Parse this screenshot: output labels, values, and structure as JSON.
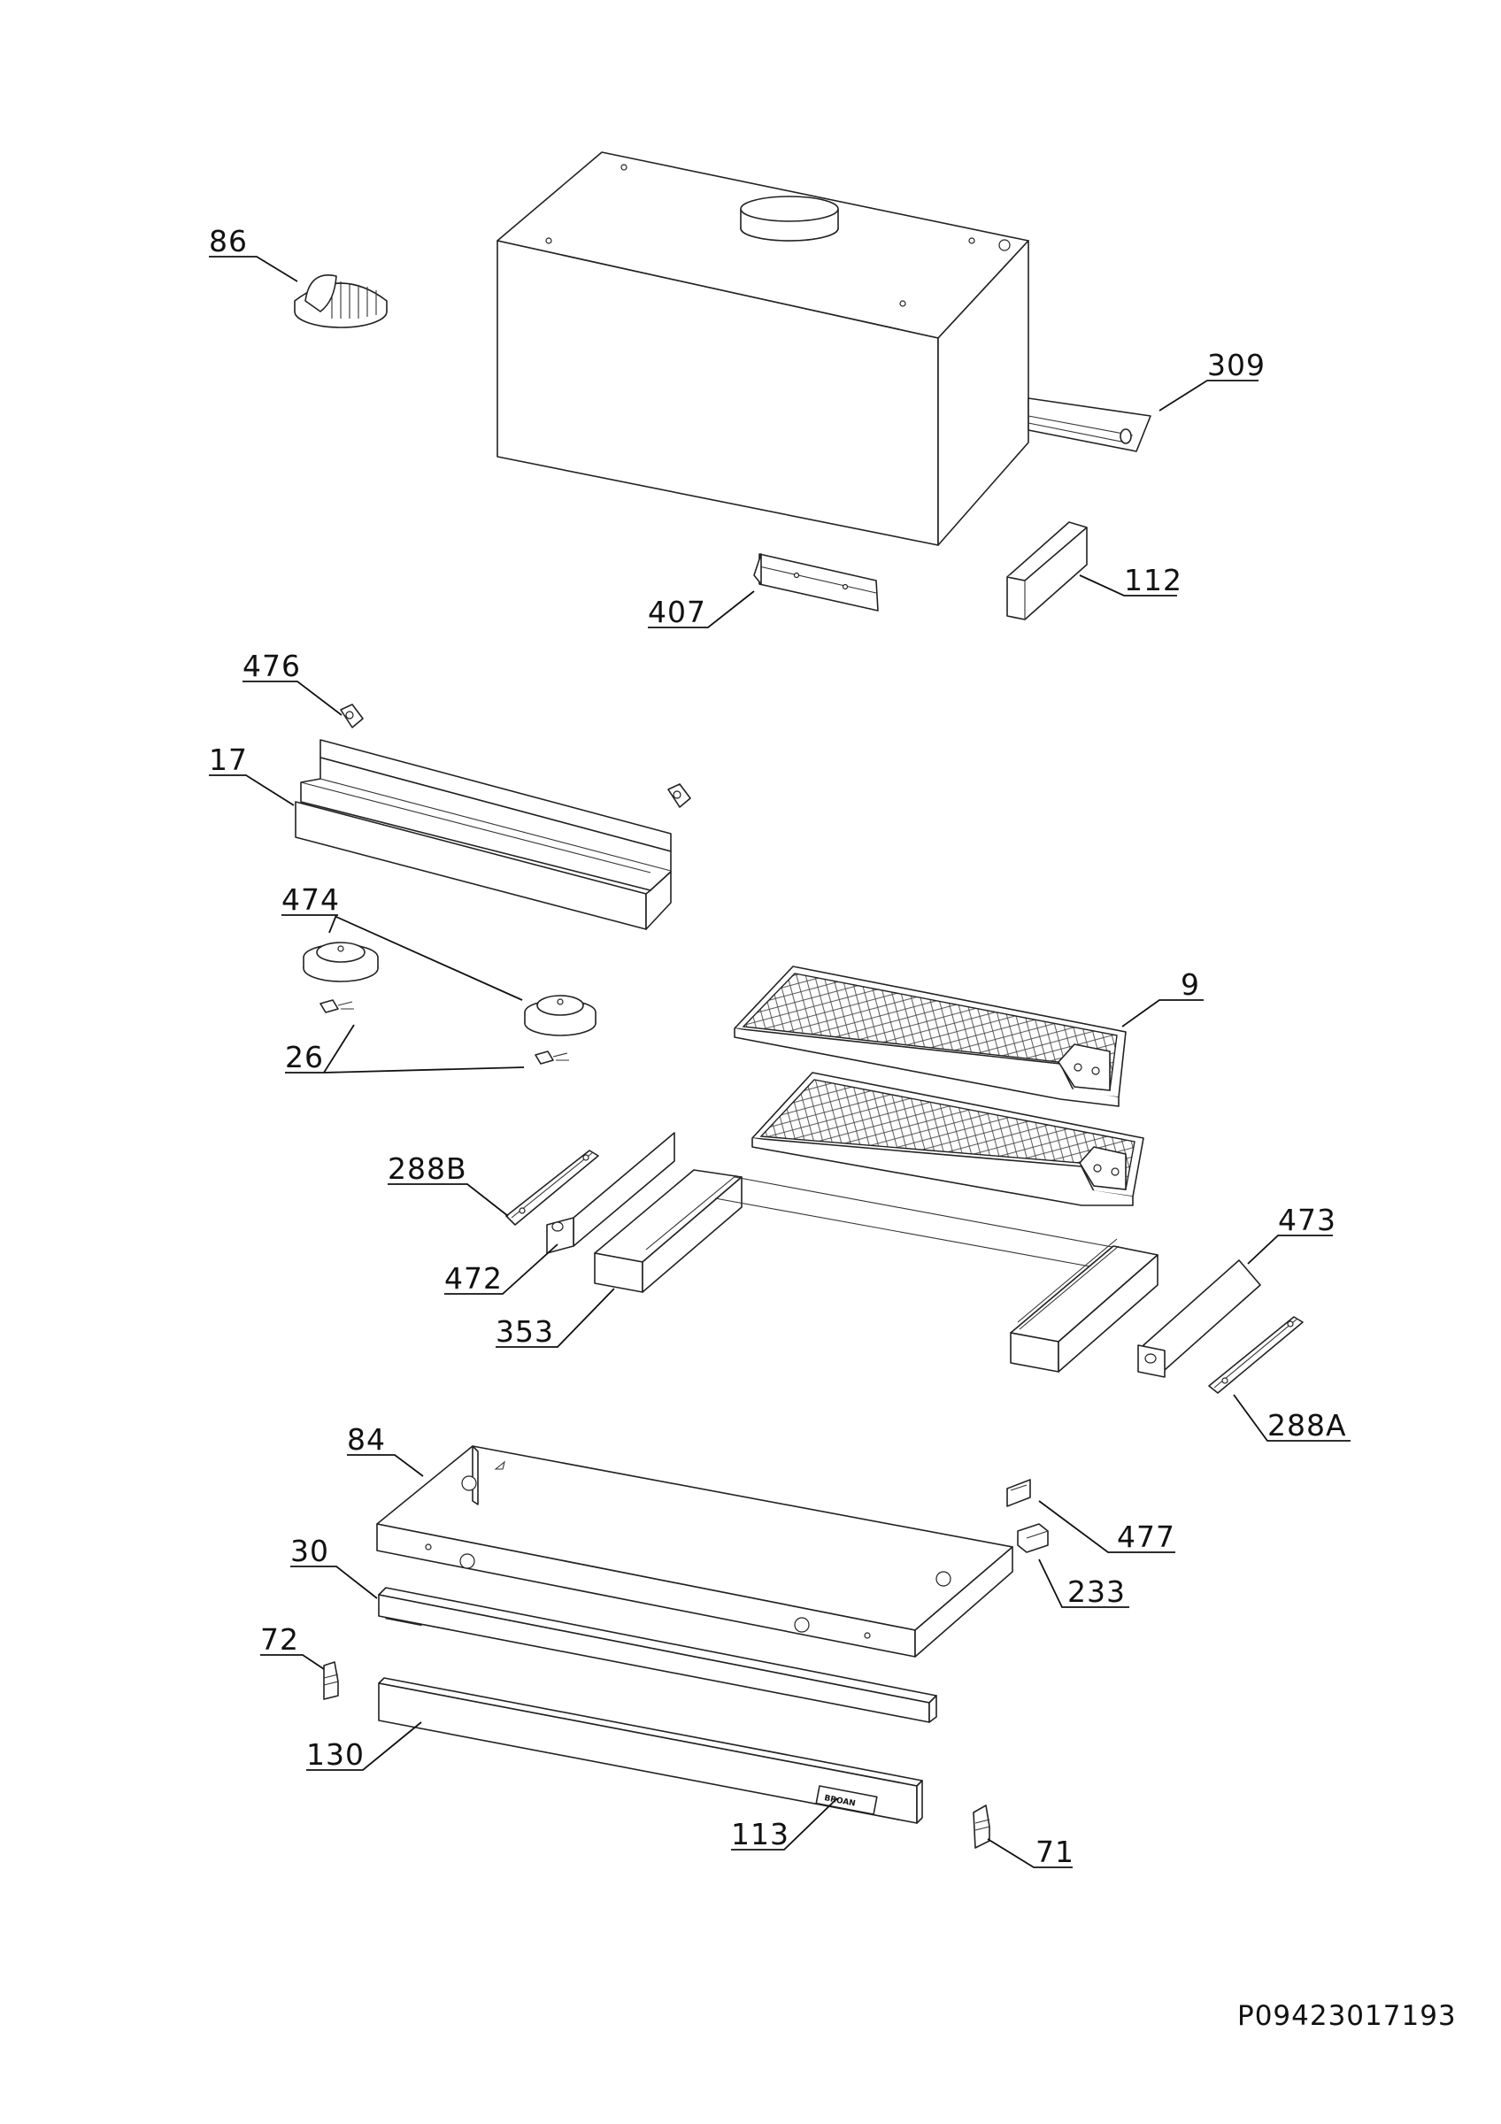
{
  "callouts": {
    "c86": "86",
    "c309": "309",
    "c407": "407",
    "c112": "112",
    "c476": "476",
    "c17": "17",
    "c474": "474",
    "c26": "26",
    "c9": "9",
    "c288B": "288B",
    "c472": "472",
    "c353": "353",
    "c473": "473",
    "c288A": "288A",
    "c84": "84",
    "c477": "477",
    "c30": "30",
    "c233": "233",
    "c72": "72",
    "c130": "130",
    "c113": "113",
    "c71": "71"
  },
  "brand_plate": "BROAN",
  "document_code": "P09423017193"
}
